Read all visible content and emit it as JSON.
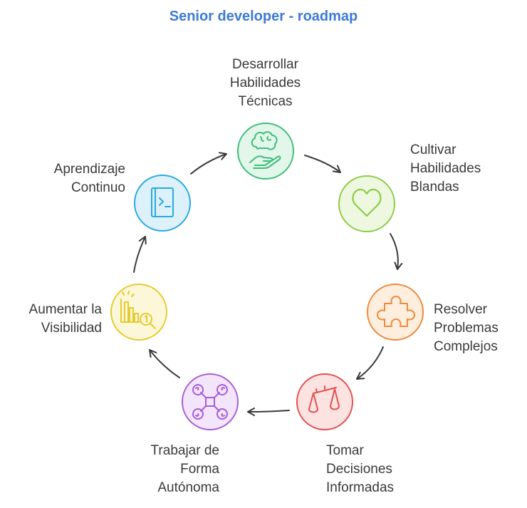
{
  "title": "Senior developer - roadmap",
  "nodes": [
    {
      "label_lines": [
        "Desarrollar",
        "Habilidades",
        "Técnicas"
      ],
      "icon": "brain-hand-icon",
      "color": "#3dbf7a",
      "fill": "#e3f6ea"
    },
    {
      "label_lines": [
        "Cultivar",
        "Habilidades",
        "Blandas"
      ],
      "icon": "heart-icon",
      "color": "#8ccc45",
      "fill": "#eef8e1"
    },
    {
      "label_lines": [
        "Resolver",
        "Problemas",
        "Complejos"
      ],
      "icon": "puzzle-icon",
      "color": "#ee8a3c",
      "fill": "#fdeede"
    },
    {
      "label_lines": [
        "Tomar",
        "Decisiones",
        "Informadas"
      ],
      "icon": "scales-icon",
      "color": "#e5504f",
      "fill": "#fce3e2"
    },
    {
      "label_lines": [
        "Trabajar de",
        "Forma",
        "Autónoma"
      ],
      "icon": "drone-icon",
      "color": "#a85ed6",
      "fill": "#f3e5fb"
    },
    {
      "label_lines": [
        "Aumentar la",
        "Visibilidad"
      ],
      "icon": "chart-magnifier-icon",
      "color": "#e6cb2e",
      "fill": "#fcf7d9"
    },
    {
      "label_lines": [
        "Aprendizaje",
        "Continuo"
      ],
      "icon": "book-terminal-icon",
      "color": "#2aa8e0",
      "fill": "#ddf1fb"
    }
  ]
}
